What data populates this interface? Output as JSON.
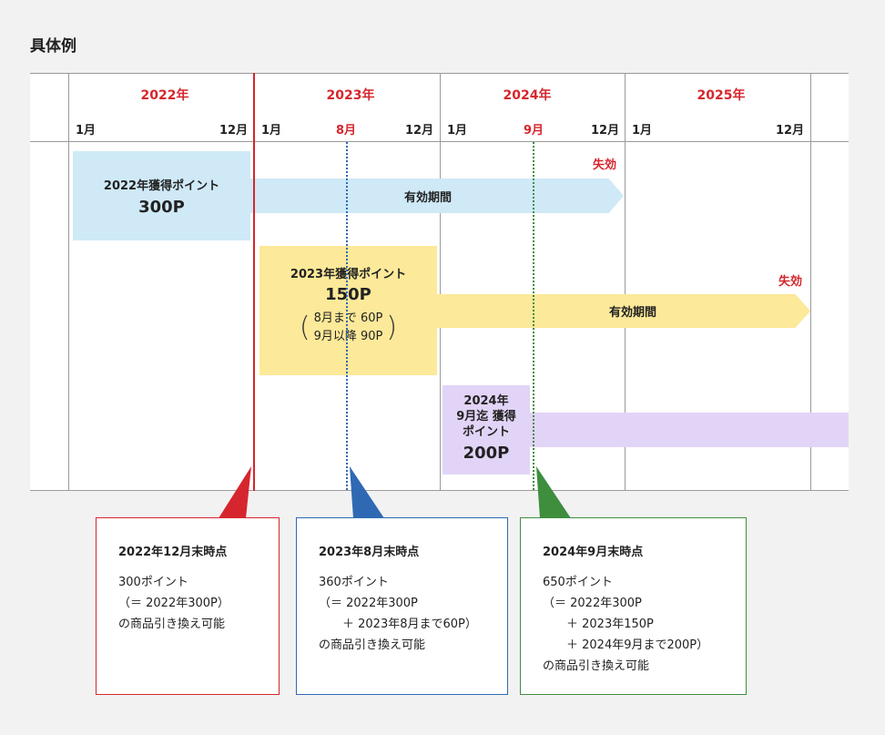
{
  "page": {
    "title": "具体例"
  },
  "colors": {
    "red": "#d6262d",
    "blue": "#2f69b3",
    "green": "#3e8e3e",
    "bar2022": "#cfe9f7",
    "bar2023": "#fce999",
    "bar2024": "#e2d4f7"
  },
  "timeline": {
    "years": [
      "2022年",
      "2023年",
      "2024年",
      "2025年"
    ],
    "months": {
      "y2022": [
        "1月",
        "12月"
      ],
      "y2023": [
        "1月",
        "8月",
        "12月"
      ],
      "y2024": [
        "1月",
        "9月",
        "12月"
      ],
      "y2025": [
        "1月",
        "12月"
      ]
    }
  },
  "points": {
    "p2022": {
      "title": "2022年獲得ポイント",
      "amount": "300P",
      "validity": "有効期間",
      "expire": "失効"
    },
    "p2023": {
      "title": "2023年獲得ポイント",
      "amount": "150P",
      "note1": "8月まで 60P",
      "note2": "9月以降 90P",
      "validity": "有効期間",
      "expire": "失効"
    },
    "p2024": {
      "line1": "2024年",
      "line2": "9月迄 獲得",
      "line3": "ポイント",
      "amount": "200P"
    }
  },
  "callouts": [
    {
      "head": "2022年12月末時点",
      "lines": [
        "300ポイント",
        "（＝ 2022年300P）",
        "の商品引き換え可能"
      ]
    },
    {
      "head": "2023年8月末時点",
      "lines": [
        "360ポイント",
        "（＝ 2022年300P",
        "　　＋ 2023年8月まで60P）",
        "の商品引き換え可能"
      ]
    },
    {
      "head": "2024年9月末時点",
      "lines": [
        "650ポイント",
        "（＝ 2022年300P",
        "　　＋ 2023年150P",
        "　　＋ 2024年9月まで200P）",
        "の商品引き換え可能"
      ]
    }
  ]
}
